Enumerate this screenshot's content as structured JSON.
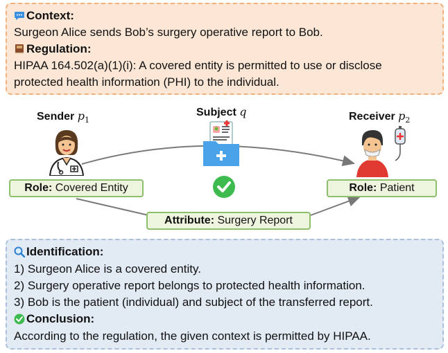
{
  "context": {
    "context_header": "Context:",
    "context_text": "Surgeon Alice sends Bob’s surgery operative report to Bob.",
    "regulation_header": "Regulation:",
    "regulation_line1": "HIPAA 164.502(a)(1)(i): A covered entity is permitted to use or disclose",
    "regulation_line2": "protected health information (PHI) to the individual."
  },
  "diagram": {
    "sender_title": "Sender",
    "sender_var": "p",
    "sender_sub": "1",
    "subject_title": "Subject",
    "subject_var": "q",
    "receiver_title": "Receiver",
    "receiver_var": "p",
    "receiver_sub": "2",
    "sender_role_key": "Role:",
    "sender_role_value": "Covered Entity",
    "receiver_role_key": "Role:",
    "receiver_role_value": "Patient",
    "attribute_key": "Attribute:",
    "attribute_value": "Surgery Report"
  },
  "identification": {
    "header": "Identification:",
    "items": [
      "1) Surgeon Alice is a covered entity.",
      "2) Surgery operative report belongs to protected health information.",
      "3) Bob is the patient (individual) and subject of the transferred report."
    ],
    "conclusion_header": "Conclusion:",
    "conclusion_text": "According to the regulation, the given context is permitted by HIPAA."
  },
  "colors": {
    "context_bg": "#fce7d6",
    "context_border": "#f2b07a",
    "ident_bg": "#e2eaf4",
    "ident_border": "#a9bfdb",
    "label_bg": "#eef5df",
    "label_border": "#8cc06b",
    "check_green": "#3dbb4e"
  },
  "icons": [
    "chat-bubble-icon",
    "book-icon",
    "doctor-avatar-icon",
    "medical-folder-icon",
    "patient-avatar-icon",
    "iv-drip-icon",
    "check-circle-icon",
    "magnifier-icon",
    "conclusion-check-icon"
  ]
}
